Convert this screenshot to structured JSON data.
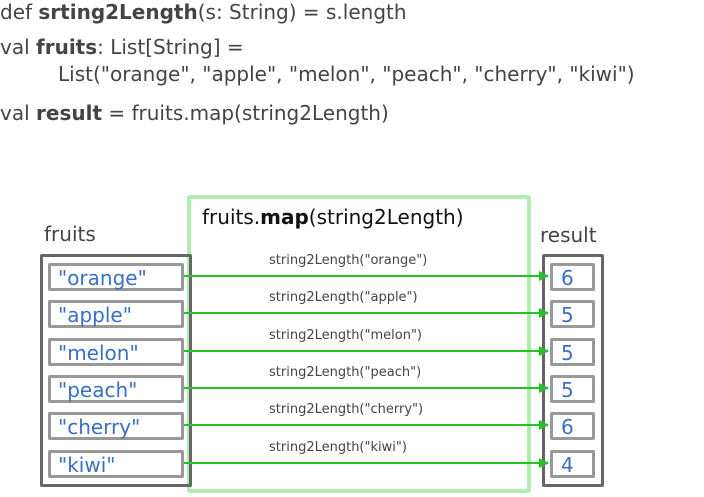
{
  "code": {
    "line1": {
      "kw": "def ",
      "name": "srting2Length",
      "rest": "(s: String) = s.length"
    },
    "line2": {
      "kw": "val ",
      "name": "fruits",
      "rest": ": List[String] ="
    },
    "line3": {
      "text": "List(\"orange\", \"apple\", \"melon\", \"peach\", \"cherry\", \"kiwi\")"
    },
    "line4": {
      "kw": "val ",
      "name": "result",
      "rest": " = fruits.map(string2Length)"
    }
  },
  "map_box": {
    "prefix": "fruits.",
    "method": "map",
    "suffix": "(string2Length)"
  },
  "labels": {
    "input": "fruits",
    "output": "result"
  },
  "rows": [
    {
      "input": "\"orange\"",
      "call": "string2Length(\"orange\")",
      "output": "6"
    },
    {
      "input": "\"apple\"",
      "call": "string2Length(\"apple\")",
      "output": "5"
    },
    {
      "input": "\"melon\"",
      "call": "string2Length(\"melon\")",
      "output": "5"
    },
    {
      "input": "\"peach\"",
      "call": "string2Length(\"peach\")",
      "output": "5"
    },
    {
      "input": "\"cherry\"",
      "call": "string2Length(\"cherry\")",
      "output": "6"
    },
    {
      "input": "\"kiwi\"",
      "call": "string2Length(\"kiwi\")",
      "output": "4"
    }
  ],
  "colors": {
    "arrow": "#22c322",
    "map_border": "#b1edb0",
    "value_text": "#3a6fc6"
  }
}
